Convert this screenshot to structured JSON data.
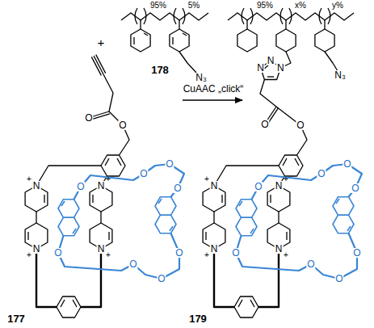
{
  "diagram": {
    "labels": [
      "95%",
      "5%",
      "N₃",
      "178",
      "+",
      "O",
      "O",
      "N",
      "+",
      "N",
      "+",
      "N",
      "+",
      "N",
      "+",
      "O",
      "O",
      "O",
      "O",
      "O",
      "O",
      "O",
      "O",
      "177",
      "CuAAC „click“",
      "95%",
      "x%",
      "y%",
      "N",
      "N",
      "N",
      "N₃",
      "O",
      "O",
      "N",
      "+",
      "N",
      "+",
      "N",
      "+",
      "N",
      "+",
      "O",
      "O",
      "O",
      "O",
      "O",
      "O",
      "O",
      "O",
      "179"
    ]
  }
}
